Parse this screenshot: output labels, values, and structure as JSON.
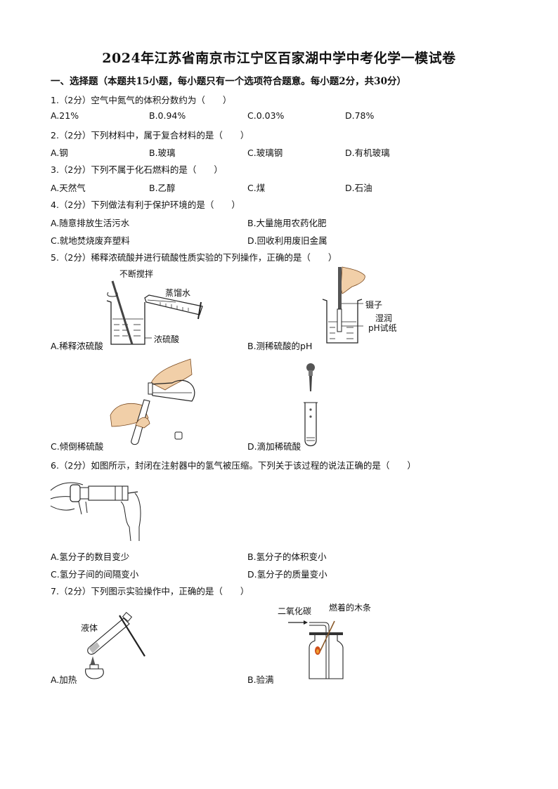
{
  "title": "2024年江苏省南京市江宁区百家湖中学中考化学一模试卷",
  "section": "一、选择题（本题共15小题，每小题只有一个选项符合题意。每小题2分，共30分）",
  "questions": [
    {
      "stem": "1.（2分）空气中氮气的体积分数约为（　　）",
      "options": [
        "A.21%",
        "B.0.94%",
        "C.0.03%",
        "D.78%"
      ]
    },
    {
      "stem": "2.（2分）下列材料中，属于复合材料的是（　　）",
      "options": [
        "A.钢",
        "B.玻璃",
        "C.玻璃钢",
        "D.有机玻璃"
      ]
    },
    {
      "stem": "3.（2分）下列不属于化石燃料的是（　　）",
      "options": [
        "A.天然气",
        "B.乙醇",
        "C.煤",
        "D.石油"
      ]
    },
    {
      "stem": "4.（2分）下列做法有利于保护环境的是（　　）",
      "options": [
        "A.随意排放生活污水",
        "B.大量施用农药化肥",
        "C.就地焚烧废弃塑料",
        "D.回收利用废旧金属"
      ]
    },
    {
      "stem": "5.（2分）稀释浓硫酸并进行硫酸性质实验的下列操作，正确的是（　　）",
      "options": [
        "A.稀释浓硫酸",
        "B.测稀硫酸的pH",
        "C.倾倒稀硫酸",
        "D.滴加稀硫酸"
      ],
      "figure_labels": {
        "a_stir": "不断搅拌",
        "a_water": "蒸馏水",
        "a_acid": "浓硫酸",
        "b_tweezer": "镊子",
        "b_wet": "湿润",
        "b_paper": "pH试纸"
      }
    },
    {
      "stem": "6.（2分）如图所示，封闭在注射器中的氢气被压缩。下列关于该过程的说法正确的是（　　）",
      "options": [
        "A.氢分子的数目变少",
        "B.氢分子的体积变小",
        "C.氢分子间的间隔变小",
        "D.氢分子的质量变小"
      ]
    },
    {
      "stem": "7.（2分）下列图示实验操作中，正确的是（　　）",
      "options": [
        "A.加热",
        "B.验满"
      ],
      "figure_labels": {
        "a_liquid": "液体",
        "b_co2": "二氧化碳",
        "b_stick": "燃着的木条"
      }
    }
  ]
}
